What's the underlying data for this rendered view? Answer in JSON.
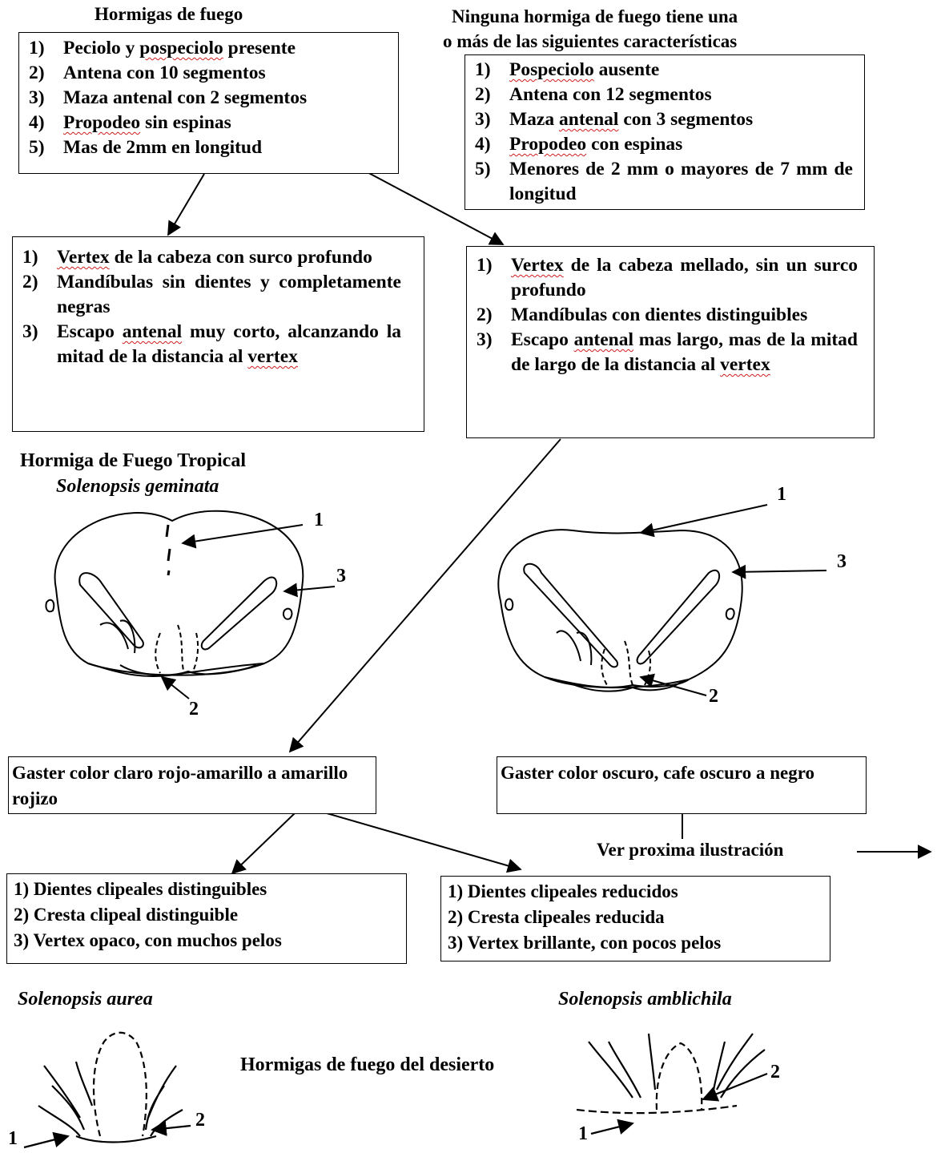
{
  "fire_ants": {
    "title": "Hormigas de fuego",
    "traits": [
      {
        "num": "1)",
        "pre": "Peciolo y ",
        "mark": "pospeciolo",
        "post": " presente"
      },
      {
        "num": "2)",
        "pre": "Antena con 10 segmentos",
        "mark": "",
        "post": ""
      },
      {
        "num": "3)",
        "pre": "Maza antenal con 2 segmentos",
        "mark": "",
        "post": ""
      },
      {
        "num": "4)",
        "pre": "",
        "mark": "Propodeo",
        "post": " sin espinas"
      },
      {
        "num": "5)",
        "pre": "Mas de 2mm en longitud",
        "mark": "",
        "post": ""
      }
    ]
  },
  "non_fire_ants": {
    "title_line1": "Ninguna hormiga de fuego tiene una",
    "title_line2": "o más de las siguientes características",
    "traits": [
      {
        "num": "1)",
        "pre": "",
        "mark": "Pospeciolo",
        "post": " ausente"
      },
      {
        "num": "2)",
        "pre": "Antena con 12 segmentos",
        "mark": "",
        "post": ""
      },
      {
        "num": "3)",
        "pre": "Maza ",
        "mark": "antenal",
        "post": " con 3 segmentos"
      },
      {
        "num": "4)",
        "pre": "",
        "mark": "Propodeo",
        "post": " con espinas"
      },
      {
        "num": "5)",
        "pre": "Menores de 2 mm o mayores de 7 mm de longitud",
        "mark": "",
        "post": ""
      }
    ]
  },
  "tropical_key": {
    "items": [
      {
        "num": "1)",
        "pre": "",
        "mark": "Vertex",
        "post": " de la cabeza con surco profundo"
      },
      {
        "num": "2)",
        "pre": "Mandíbulas sin dientes y completamente negras",
        "mark": "",
        "post": ""
      },
      {
        "num": "3)",
        "pre": "Escapo ",
        "mark": "antenal",
        "post": " muy corto, alcanzando la mitad de la distancia al ",
        "mark2": "vertex"
      }
    ]
  },
  "other_key": {
    "items": [
      {
        "num": "1)",
        "pre": "",
        "mark": "Vertex",
        "post": " de la cabeza mellado, sin un surco profundo"
      },
      {
        "num": "2)",
        "pre": "Mandíbulas con dientes distinguibles",
        "mark": "",
        "post": ""
      },
      {
        "num": "3)",
        "pre": "Escapo ",
        "mark": "antenal",
        "post": " mas largo, mas de la mitad de largo de la distancia al ",
        "mark2": "vertex"
      }
    ]
  },
  "tropical": {
    "common_name": "Hormiga de Fuego Tropical",
    "species": "Solenopsis geminata"
  },
  "head_labels": {
    "one": "1",
    "two": "2",
    "three": "3"
  },
  "gaster_light": "Gaster color claro rojo-amarillo a amarillo  rojizo",
  "gaster_dark": "Gaster color oscuro, cafe oscuro a negro",
  "see_next": "Ver proxima ilustración",
  "aurea_key": [
    "1) Dientes clipeales distinguibles",
    "2) Cresta clipeal distinguible",
    "3) Vertex opaco, con muchos pelos"
  ],
  "amblichila_key": [
    "1) Dientes clipeales reducidos",
    "2) Cresta clipeales reducida",
    "3) Vertex brillante, con pocos pelos"
  ],
  "species_left": "Solenopsis aurea",
  "species_right": "Solenopsis amblichila",
  "desert_label": "Hormigas de fuego del desierto"
}
